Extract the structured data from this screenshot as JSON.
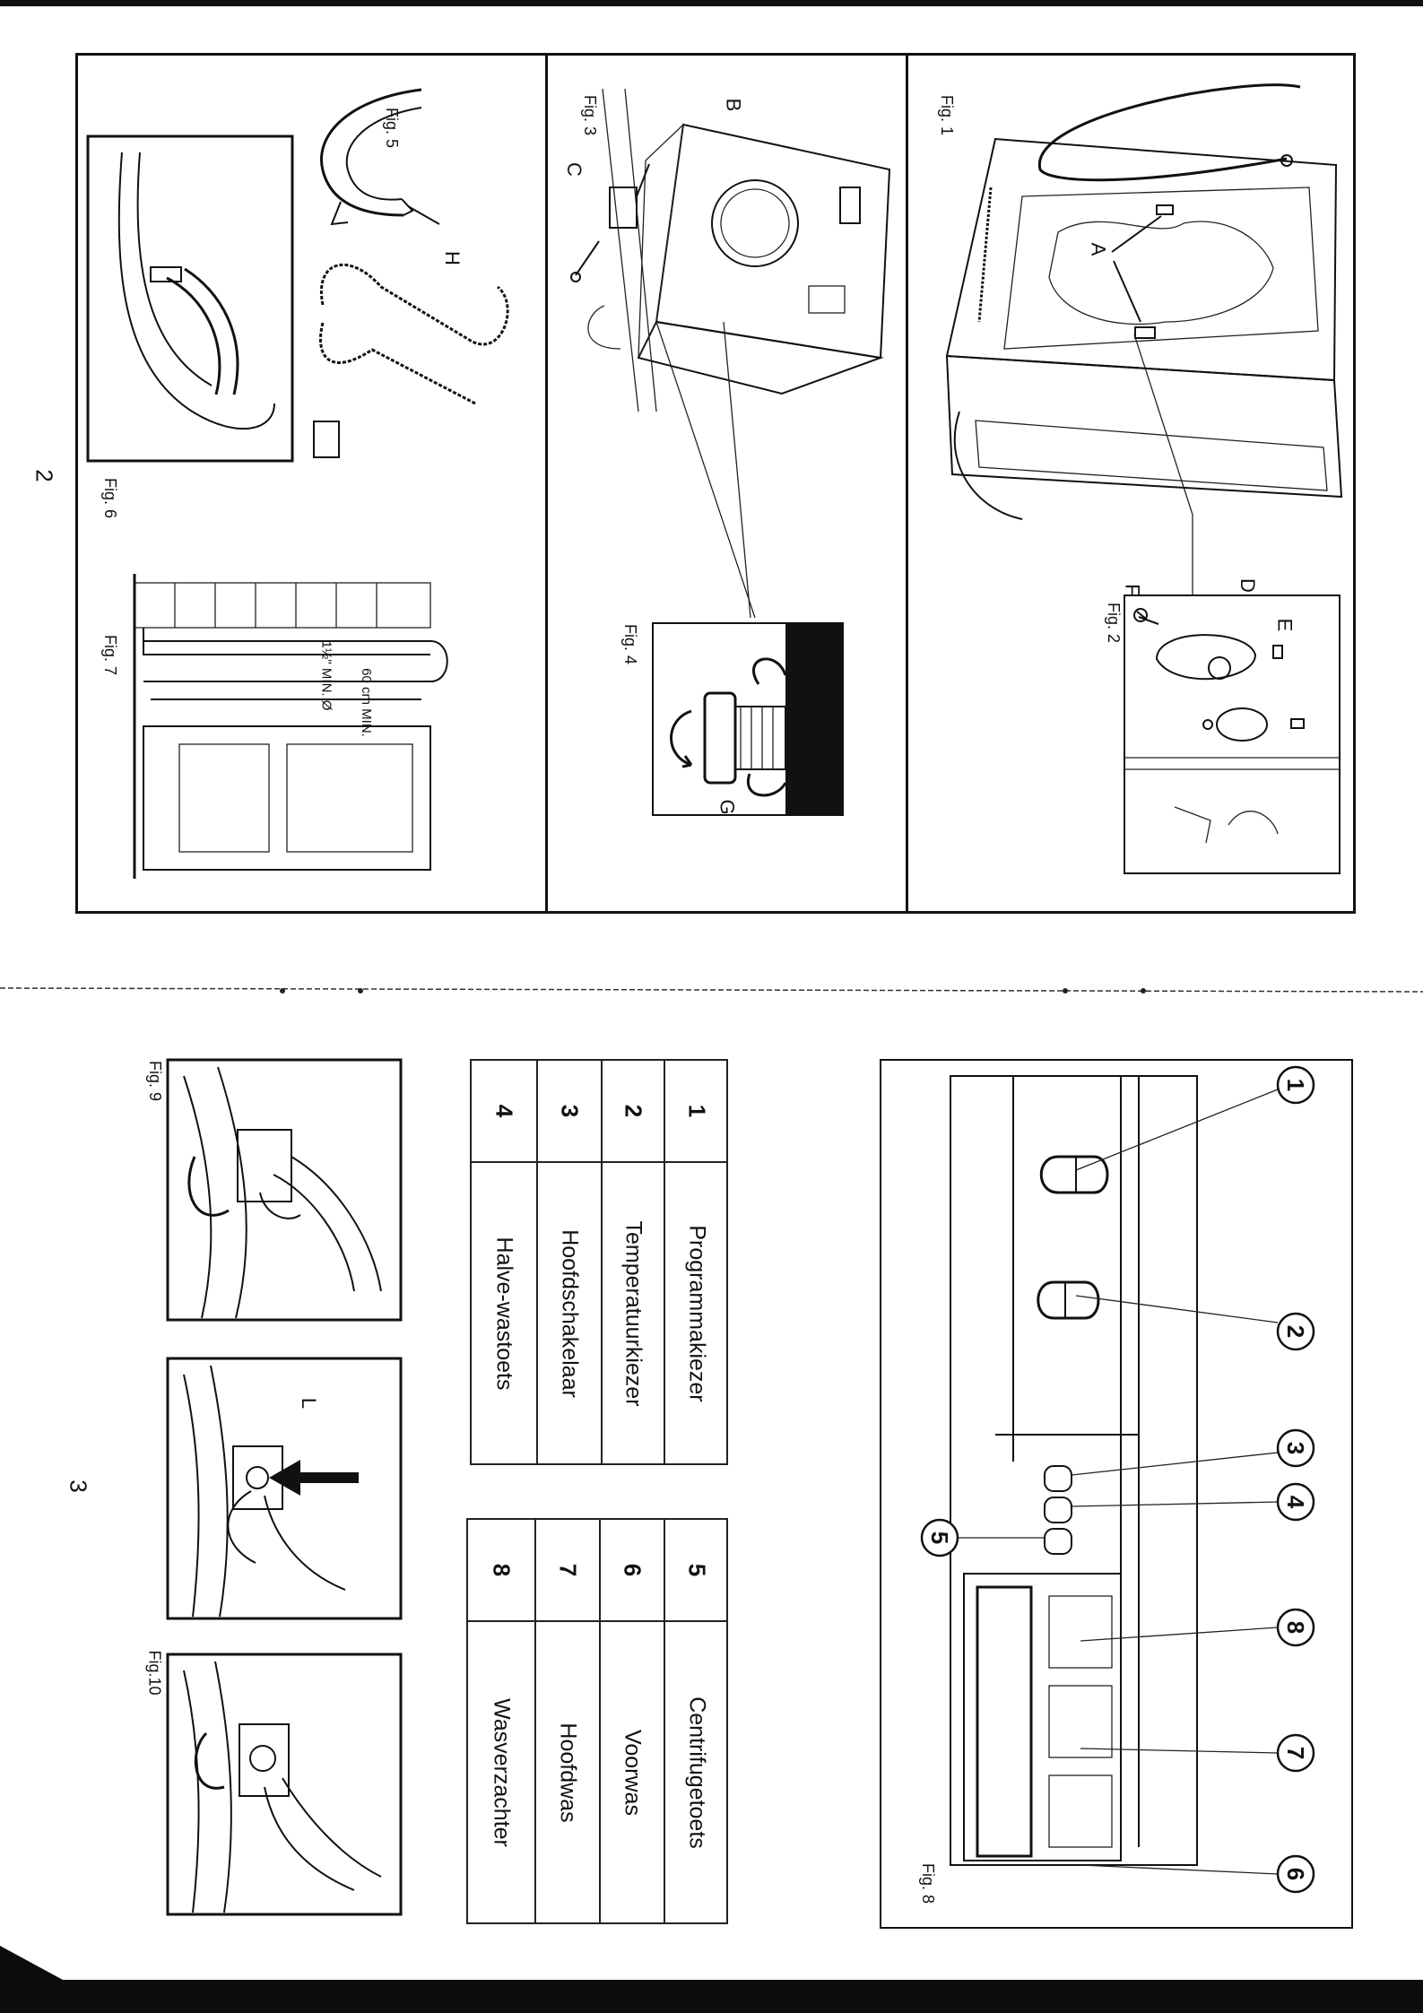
{
  "page_numbers": {
    "left": "2",
    "right": "3"
  },
  "figures": {
    "fig1": "Fig. 1",
    "fig2": "Fig. 2",
    "fig3": "Fig. 3",
    "fig4": "Fig. 4",
    "fig5": "Fig. 5",
    "fig6": "Fig. 6",
    "fig7": "Fig. 7",
    "fig8": "Fig. 8",
    "fig9": "Fig. 9",
    "fig10": "Fig.10"
  },
  "part_letters": {
    "a": "A",
    "b": "B",
    "c": "C",
    "d": "D",
    "e": "E",
    "f": "F",
    "g": "G",
    "h": "H",
    "l": "L"
  },
  "fig7_dims": {
    "height_min": "60 cm MIN.",
    "diameter_min": "1½\" MIN. Ø"
  },
  "callouts": [
    "1",
    "2",
    "3",
    "4",
    "5",
    "6",
    "7",
    "8"
  ],
  "legend_table_left": [
    {
      "num": "1",
      "label": "Programmakiezer"
    },
    {
      "num": "2",
      "label": "Temperatuurkiezer"
    },
    {
      "num": "3",
      "label": "Hoofdschakelaar"
    },
    {
      "num": "4",
      "label": "Halve-wastoets"
    }
  ],
  "legend_table_right": [
    {
      "num": "5",
      "label": "Centrifugetoets"
    },
    {
      "num": "6",
      "label": "Voorwas"
    },
    {
      "num": "7",
      "label": "Hoofdwas"
    },
    {
      "num": "8",
      "label": "Wasverzachter"
    }
  ]
}
